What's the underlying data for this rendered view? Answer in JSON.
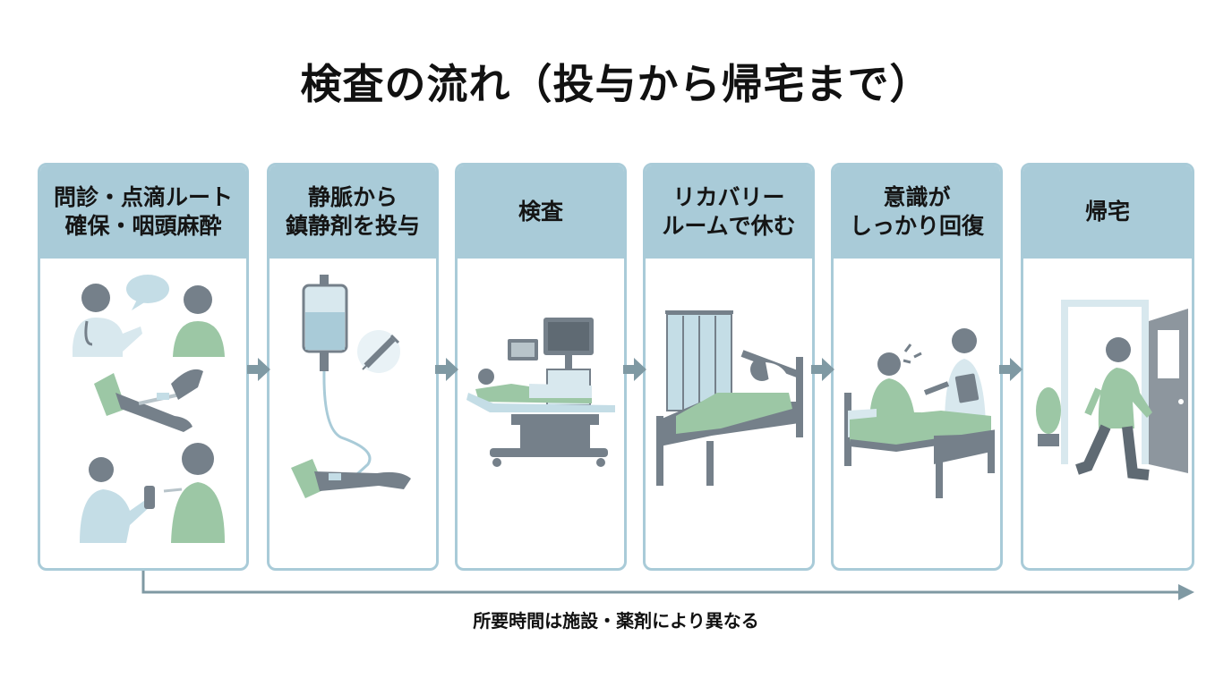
{
  "title": "検査の流れ（投与から帰宅まで）",
  "steps": [
    {
      "label": "問診・点滴ルート\n確保・咽頭麻酔"
    },
    {
      "label": "静脈から\n鎮静剤を投与"
    },
    {
      "label": "検査"
    },
    {
      "label": "リカバリー\nルームで休む"
    },
    {
      "label": "意識が\nしっかり回復"
    },
    {
      "label": "帰宅"
    }
  ],
  "note": "所要時間は施設・薬剤により異なる",
  "colors": {
    "header": "#a9cbd8",
    "arrow": "#7f99a3",
    "green": "#9cc7a5",
    "gray": "#75808a",
    "lightblue": "#c4dde6"
  }
}
